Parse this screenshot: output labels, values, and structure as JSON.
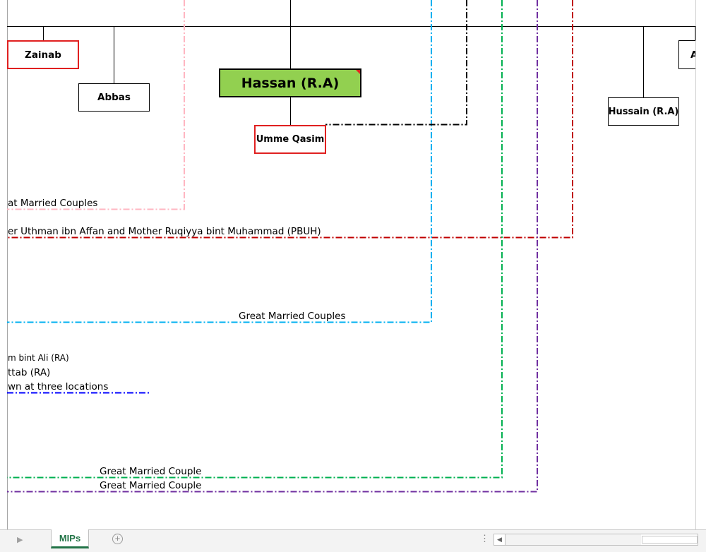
{
  "chart_nodes": {
    "zainab": "Zainab",
    "abbas": "Abbas",
    "hassan": "Hassan (R.A)",
    "umme_qasim": "Umme Qasim",
    "hussain": "Hussain (R.A)",
    "partial_right": "A"
  },
  "annotations": {
    "pink_label": "at Married Couples",
    "red_label": "er Uthman ibn Affan and Mother Ruqiyya bint Muhammad (PBUH)",
    "cyan_label": "Great Married Couples",
    "note_line1": "m bint Ali (RA)",
    "note_line2": "ttab (RA)",
    "note_line3": "wn at three locations",
    "green_label": "Great Married Couple",
    "purple_label": "Great Married Couple"
  },
  "line_colors": {
    "pink": "#ffb6c1",
    "red": "#c00000",
    "cyan": "#00b0f0",
    "green": "#00b050",
    "purple": "#7030a0",
    "blue": "#0000ff",
    "black": "#000000",
    "hassan_fill": "#92d050"
  },
  "tabs": {
    "active": "MIPs",
    "add_icon": "plus-circle-icon",
    "scroll_left_icon": "chevron-left-icon",
    "options_icon": "vertical-ellipsis-icon"
  }
}
